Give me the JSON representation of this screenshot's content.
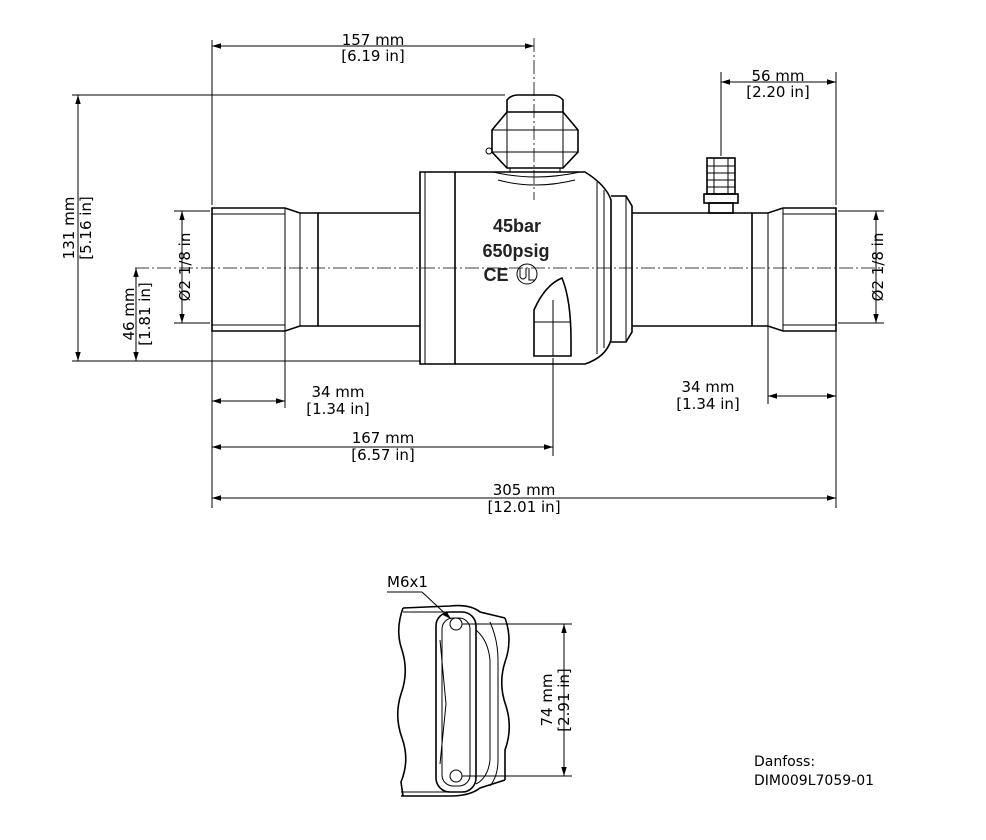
{
  "dimensions": {
    "top_width": {
      "mm": "157 mm",
      "in": "[6.19 in]"
    },
    "height_total": {
      "mm": "131 mm",
      "in": "[5.16 in]"
    },
    "port_spacing": {
      "mm": "56 mm",
      "in": "[2.20 in]"
    },
    "left_diameter": "Ø2 1/8 in",
    "right_diameter": "Ø2 1/8 in",
    "center_height": {
      "mm": "46 mm",
      "in": "[1.81 in]"
    },
    "left_socket": {
      "mm": "34 mm",
      "in": "[1.34 in]"
    },
    "right_socket": {
      "mm": "34 mm",
      "in": "[1.34 in]"
    },
    "half_length": {
      "mm": "167 mm",
      "in": "[6.57 in]"
    },
    "total_length": {
      "mm": "305 mm",
      "in": "[12.01 in]"
    },
    "mount_spacing": {
      "mm": "74 mm",
      "in": "[2.91 in]"
    },
    "thread": "M6x1"
  },
  "body_markings": {
    "pressure_bar": "45bar",
    "pressure_psig": "650psig",
    "certification": "CE"
  },
  "footer": {
    "brand": "Danfoss:",
    "drawing_id": "DIM009L7059-01"
  }
}
